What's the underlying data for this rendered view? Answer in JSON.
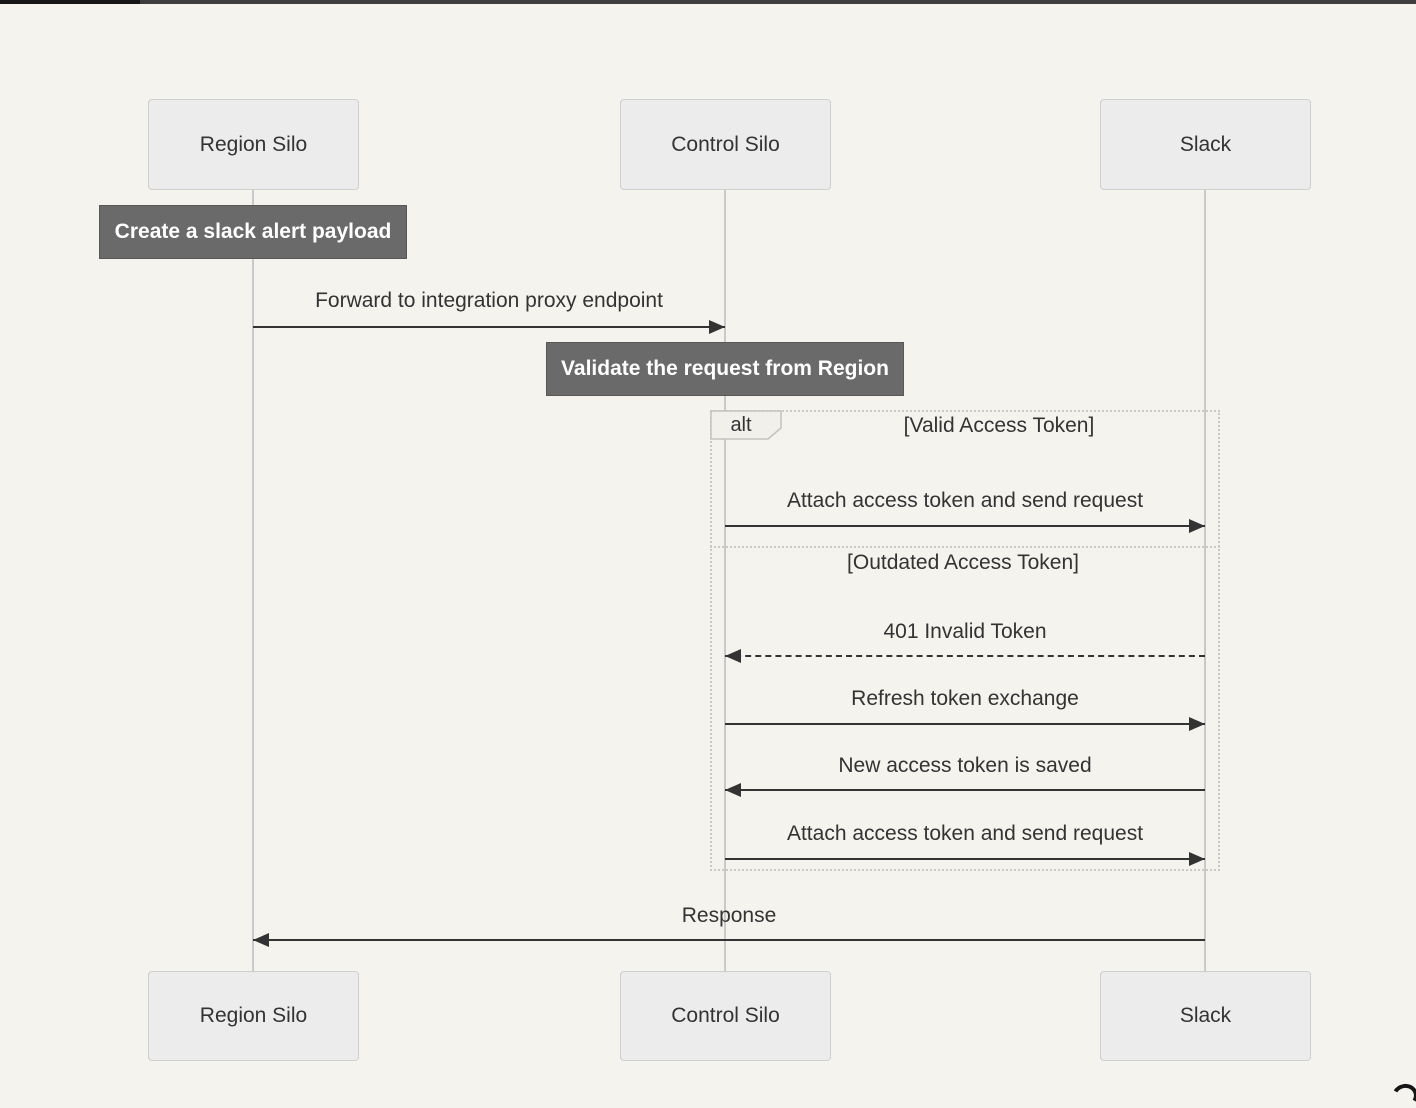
{
  "actors": [
    {
      "label": "Region Silo"
    },
    {
      "label": "Control Silo"
    },
    {
      "label": "Slack"
    }
  ],
  "notes": [
    {
      "text": "Create a slack alert payload",
      "over": "Region Silo"
    },
    {
      "text": "Validate the request from Region",
      "over": "Control Silo"
    }
  ],
  "messages": [
    {
      "text": "Forward to integration proxy endpoint",
      "from": "Region Silo",
      "to": "Control Silo",
      "line": "solid"
    },
    {
      "text": "Attach access token and send request",
      "from": "Control Silo",
      "to": "Slack",
      "line": "solid"
    },
    {
      "text": "401 Invalid Token",
      "from": "Slack",
      "to": "Control Silo",
      "line": "dashed"
    },
    {
      "text": "Refresh token exchange",
      "from": "Control Silo",
      "to": "Slack",
      "line": "solid"
    },
    {
      "text": "New access token is saved",
      "from": "Slack",
      "to": "Control Silo",
      "line": "solid"
    },
    {
      "text": "Attach access token and send request",
      "from": "Control Silo",
      "to": "Slack",
      "line": "solid"
    },
    {
      "text": "Response",
      "from": "Slack",
      "to": "Region Silo",
      "line": "solid"
    }
  ],
  "alt_frame": {
    "label": "alt",
    "sections": [
      {
        "guard": "[Valid Access Token]"
      },
      {
        "guard": "[Outdated Access Token]"
      }
    ]
  },
  "colors": {
    "background": "#f5f3ee",
    "actor_fill": "#ececec",
    "actor_border": "#cfcfcf",
    "note_fill": "#6a6a6a",
    "note_text": "#ffffff",
    "lifeline": "#c9c9c9",
    "frame_border": "#c9c9c9",
    "arrow": "#333333",
    "text": "#333333"
  }
}
